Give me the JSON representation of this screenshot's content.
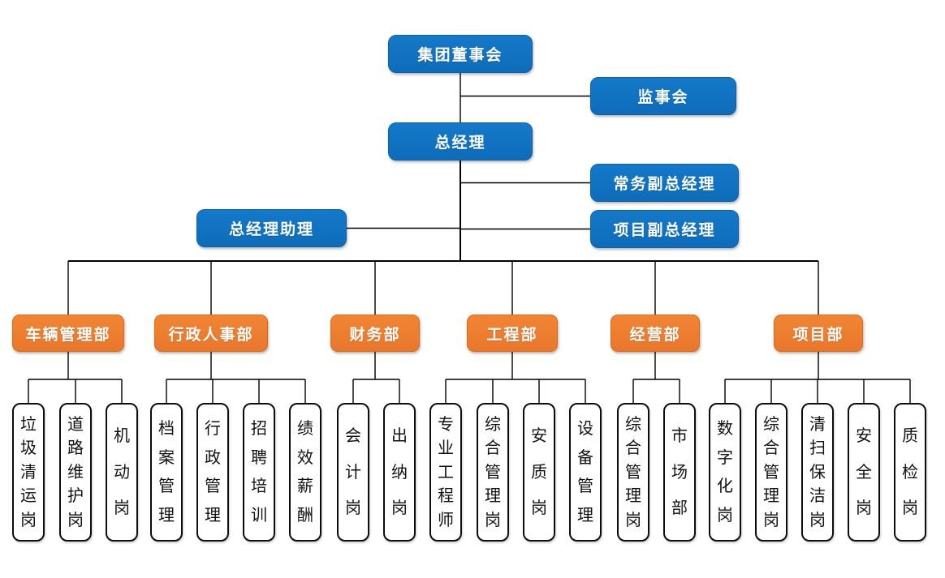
{
  "colors": {
    "executive_box_blue": "#0F71C1",
    "department_box_orange": "#ED7D31",
    "post_box_fill": "#FFFFFF",
    "post_box_border": "#0D0D0D",
    "connector_line": "#000000",
    "box_text_white": "#FFFFFF"
  },
  "org": {
    "top": [
      {
        "id": "board",
        "label": "集团董事会"
      },
      {
        "id": "supervisory",
        "label": "监事会"
      },
      {
        "id": "gm",
        "label": "总经理"
      },
      {
        "id": "evp",
        "label": "常务副总经理"
      },
      {
        "id": "gm_assistant",
        "label": "总经理助理"
      },
      {
        "id": "project_vp",
        "label": "项目副总经理"
      }
    ],
    "departments": [
      {
        "id": "vehicle",
        "label": "车辆管理部",
        "posts": [
          "垃圾清运岗",
          "道路维护岗",
          "机动岗"
        ]
      },
      {
        "id": "hr",
        "label": "行政人事部",
        "posts": [
          "档案管理",
          "行政管理",
          "招聘培训",
          "绩效薪酬"
        ]
      },
      {
        "id": "finance",
        "label": "财务部",
        "posts": [
          "会计岗",
          "出纳岗"
        ]
      },
      {
        "id": "engineering",
        "label": "工程部",
        "posts": [
          "专业工程师",
          "综合管理岗",
          "安质岗",
          "设备管理"
        ]
      },
      {
        "id": "operations",
        "label": "经营部",
        "posts": [
          "综合管理岗",
          "市场部"
        ]
      },
      {
        "id": "project",
        "label": "项目部",
        "posts": [
          "数字化岗",
          "综合管理岗",
          "清扫保洁岗",
          "安全岗",
          "质检岗"
        ]
      }
    ]
  }
}
